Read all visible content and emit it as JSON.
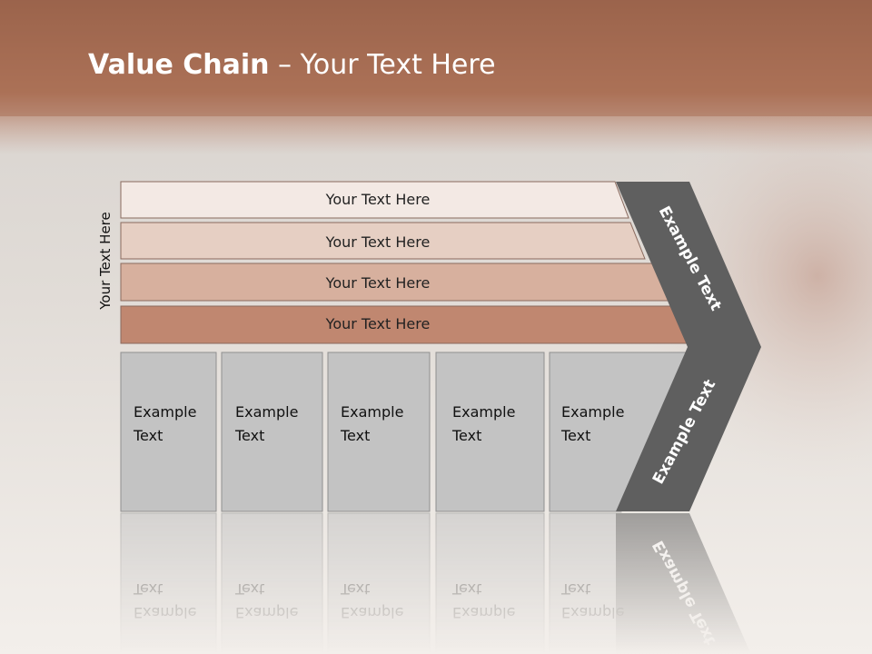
{
  "title": {
    "bold": "Value Chain",
    "rest": " – Your Text Here"
  },
  "side_label": "Your Text Here",
  "bands": [
    {
      "label": "Your Text Here",
      "fill": "#f3e9e4"
    },
    {
      "label": "Your Text Here",
      "fill": "#e6cfc3"
    },
    {
      "label": "Your Text Here",
      "fill": "#d7b09e"
    },
    {
      "label": "Your Text Here",
      "fill": "#c08770"
    }
  ],
  "columns": [
    {
      "line1": "Example",
      "line2": "Text"
    },
    {
      "line1": "Example",
      "line2": "Text"
    },
    {
      "line1": "Example",
      "line2": "Text"
    },
    {
      "line1": "Example",
      "line2": "Text"
    },
    {
      "line1": "Example",
      "line2": "Text"
    }
  ],
  "arrow": {
    "upper_label": "Example Text",
    "lower_label": "Example Text"
  },
  "colors": {
    "header": "#a86a52",
    "column_fill": "#c3c3c3",
    "arrow_fill": "#5f5f5f",
    "band_stroke": "#8a6a5e"
  }
}
